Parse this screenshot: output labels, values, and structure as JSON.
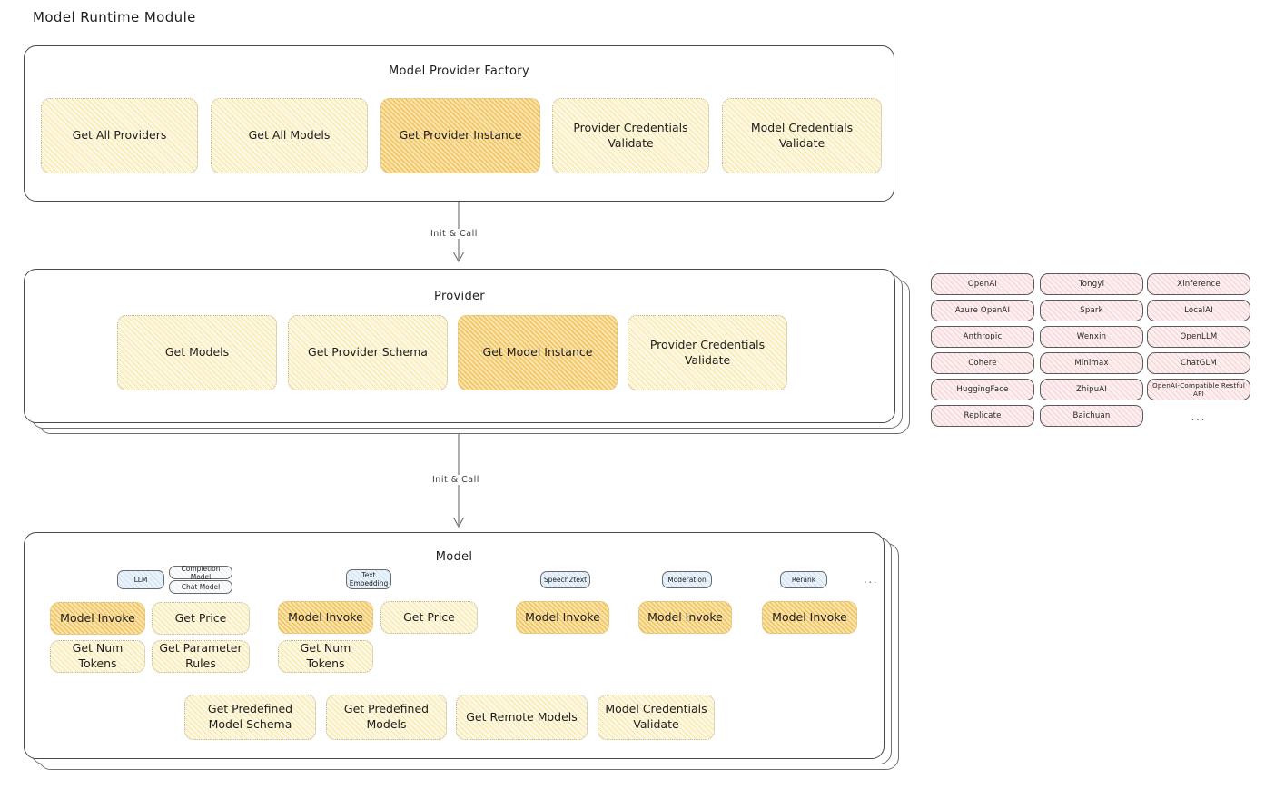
{
  "title": "Model Runtime Module",
  "factory": {
    "label": "Model Provider Factory",
    "methods": [
      {
        "name": "Get All Providers",
        "highlight": false
      },
      {
        "name": "Get All Models",
        "highlight": false
      },
      {
        "name": "Get Provider Instance",
        "highlight": true
      },
      {
        "name": "Provider Credentials Validate",
        "highlight": false
      },
      {
        "name": "Model Credentials Validate",
        "highlight": false
      }
    ]
  },
  "arrow1": {
    "label": "Init & Call"
  },
  "provider": {
    "label": "Provider",
    "methods": [
      {
        "name": "Get Models",
        "highlight": false
      },
      {
        "name": "Get Provider Schema",
        "highlight": false
      },
      {
        "name": "Get Model Instance",
        "highlight": true
      },
      {
        "name": "Provider Credentials Validate",
        "highlight": false
      }
    ]
  },
  "arrow2": {
    "label": "Init & Call"
  },
  "provider_list": {
    "columns": [
      [
        "OpenAI",
        "Azure OpenAI",
        "Anthropic",
        "Cohere",
        "HuggingFace",
        "Replicate"
      ],
      [
        "Tongyi",
        "Spark",
        "Wenxin",
        "Minimax",
        "ZhipuAI",
        "Baichuan"
      ],
      [
        "Xinference",
        "LocalAI",
        "OpenLLM",
        "ChatGLM",
        "OpenAI-Compatible Restful API"
      ]
    ],
    "more": "..."
  },
  "model": {
    "label": "Model",
    "more": "...",
    "types": [
      {
        "badge": "LLM",
        "sub_badges": [
          "Completion Model",
          "Chat Model"
        ],
        "methods": [
          {
            "name": "Model Invoke",
            "highlight": true
          },
          {
            "name": "Get Price",
            "highlight": false
          },
          {
            "name": "Get Num Tokens",
            "highlight": false
          },
          {
            "name": "Get Parameter Rules",
            "highlight": false
          }
        ]
      },
      {
        "badge": "Text Embedding",
        "sub_badges": [],
        "methods": [
          {
            "name": "Model Invoke",
            "highlight": true
          },
          {
            "name": "Get Price",
            "highlight": false
          },
          {
            "name": "Get Num Tokens",
            "highlight": false
          }
        ]
      },
      {
        "badge": "Speech2text",
        "sub_badges": [],
        "methods": [
          {
            "name": "Model Invoke",
            "highlight": true
          }
        ]
      },
      {
        "badge": "Moderation",
        "sub_badges": [],
        "methods": [
          {
            "name": "Model Invoke",
            "highlight": true
          }
        ]
      },
      {
        "badge": "Rerank",
        "sub_badges": [],
        "methods": [
          {
            "name": "Model Invoke",
            "highlight": true
          }
        ]
      }
    ],
    "shared_methods": [
      {
        "name": "Get Predefined Model Schema"
      },
      {
        "name": "Get Predefined Models"
      },
      {
        "name": "Get Remote Models"
      },
      {
        "name": "Model Credentials Validate"
      }
    ]
  },
  "colors": {
    "method_fill": "#fdf8e3",
    "method_highlight_fill": "#fbe3ab",
    "provider_chip_fill": "#fdeff0",
    "badge_fill": "#eaf3fb",
    "panel_border": "#4a4a4a",
    "text": "#1e1e1e"
  }
}
